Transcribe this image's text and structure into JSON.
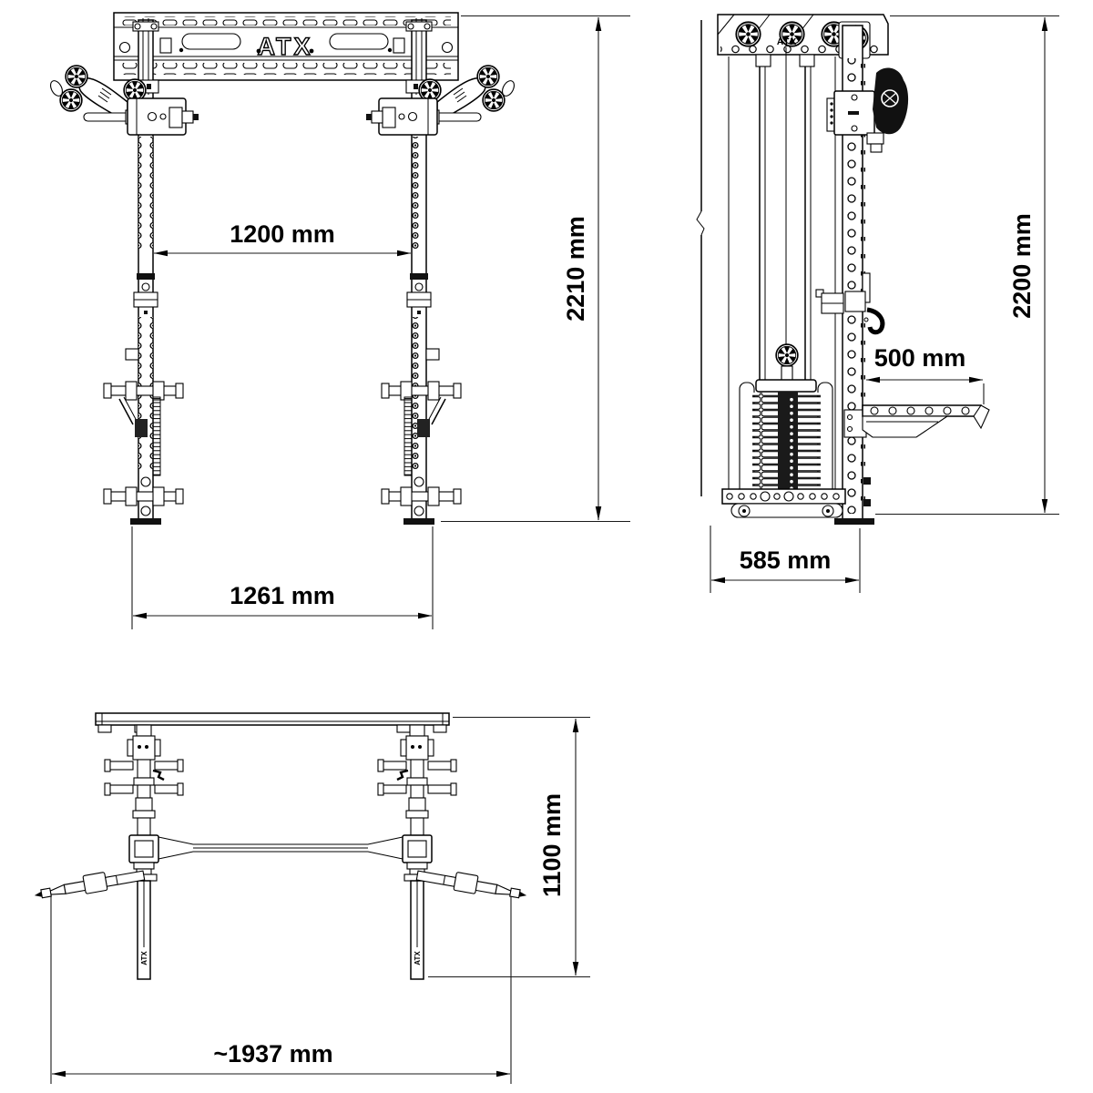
{
  "background": "#ffffff",
  "ink": "#000000",
  "logo": {
    "brand": "ATX"
  },
  "views": {
    "front": {
      "dims": {
        "inner_width": "1200 mm",
        "height": "2210 mm",
        "foot_span": "1261 mm"
      }
    },
    "side": {
      "dims": {
        "arm_length": "500 mm",
        "height": "2200 mm",
        "depth": "585 mm"
      }
    },
    "top": {
      "dims": {
        "depth_from_wall": "1100 mm",
        "overall_width": "~1937 mm"
      }
    }
  },
  "dimensions_mm": {
    "inner_width": 1200,
    "front_height": 2210,
    "foot_span": 1261,
    "arm_length": 500,
    "side_height": 2200,
    "depth": 585,
    "top_depth_from_wall": 1100,
    "overall_width_approx": 1937
  }
}
